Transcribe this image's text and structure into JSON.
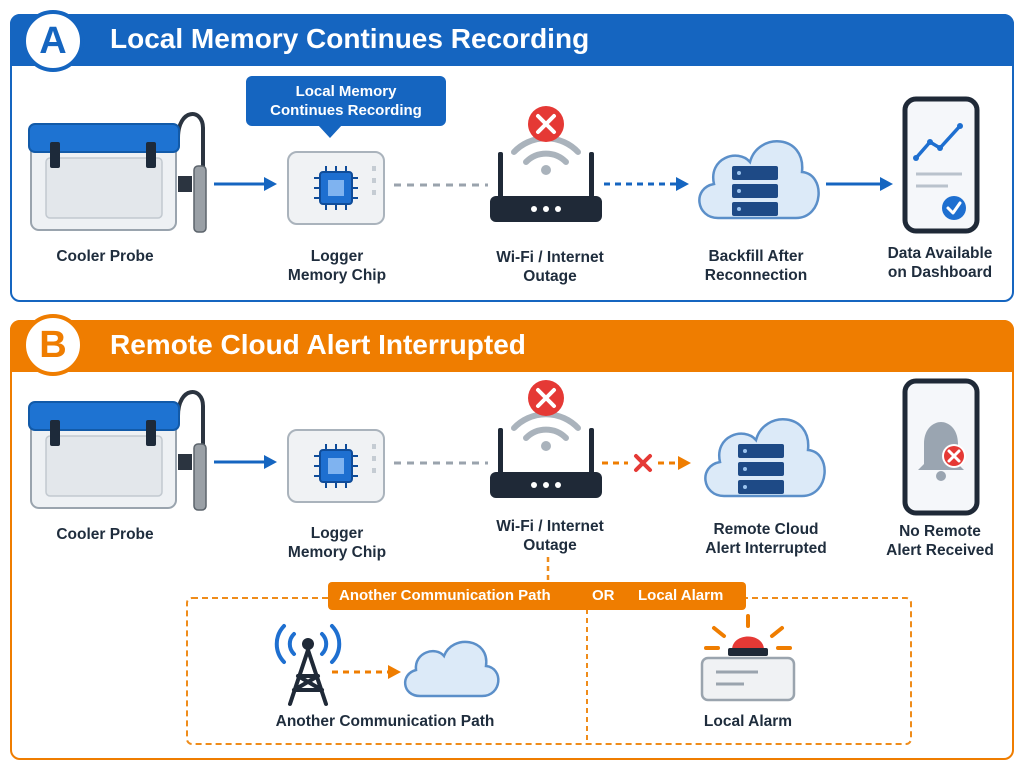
{
  "panel_a": {
    "badge": "A",
    "title": "Local Memory Continues Recording",
    "callout": "Local Memory\nContinues Recording",
    "labels": {
      "cooler": "Cooler Probe",
      "logger": "Logger\nMemory Chip",
      "wifi": "Wi-Fi / Internet\nOutage",
      "backfill": "Backfill After\nReconnection",
      "dashboard": "Data Available\non Dashboard"
    }
  },
  "panel_b": {
    "badge": "B",
    "title": "Remote Cloud Alert Interrupted",
    "labels": {
      "cooler": "Cooler Probe",
      "logger": "Logger\nMemory Chip",
      "wifi": "Wi-Fi / Internet\nOutage",
      "cloud": "Remote Cloud\nAlert Interrupted",
      "phone": "No Remote\nAlert Received"
    },
    "options_bar": {
      "left": "Another Communication Path",
      "middle": "OR",
      "right": "Local Alarm"
    },
    "options": {
      "path_label": "Another Communication Path",
      "alarm_label": "Local Alarm"
    }
  },
  "colors": {
    "blue": "#1565c0",
    "orange": "#ef7d00",
    "red": "#e53935",
    "dark": "#1f2d3d"
  },
  "icons": [
    "cooler-icon",
    "chip-icon",
    "router-icon",
    "cloud-server-icon",
    "phone-chart-icon",
    "phone-bell-icon",
    "cell-tower-icon",
    "cloud-icon",
    "alarm-icon"
  ]
}
